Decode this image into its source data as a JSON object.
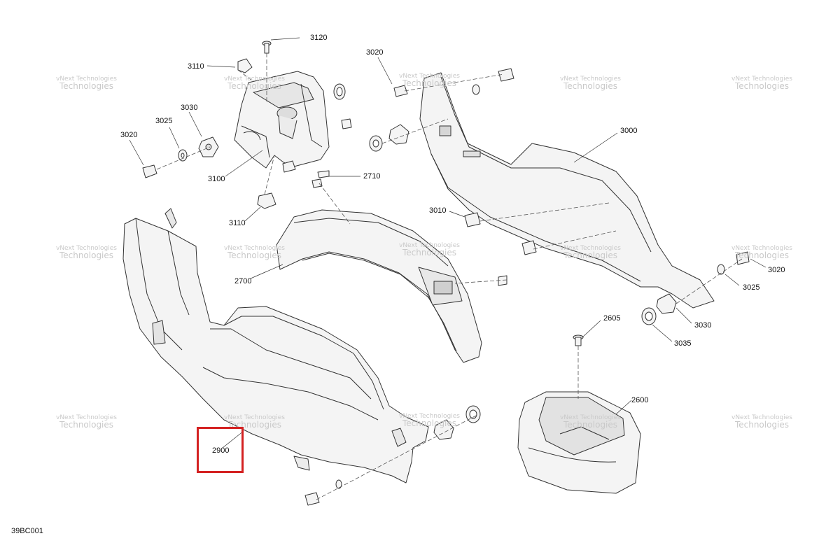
{
  "diagram_code": "39BC001",
  "watermark": {
    "line1": "vNext Technologies",
    "line2": "Technologies"
  },
  "highlight_color": "#d42222",
  "callouts": {
    "c3120": "3120",
    "c3110_top": "3110",
    "c3030_left": "3030",
    "c3025_left": "3025",
    "c3020_left": "3020",
    "c3100": "3100",
    "c3110_bottom": "3110",
    "c3020_top": "3020",
    "c2710": "2710",
    "c3000": "3000",
    "c3010": "3010",
    "c2700": "2700",
    "c3020_right": "3020",
    "c3025_right": "3025",
    "c3030_right": "3030",
    "c3035": "3035",
    "c2605": "2605",
    "c2600": "2600",
    "c2900": "2900"
  }
}
